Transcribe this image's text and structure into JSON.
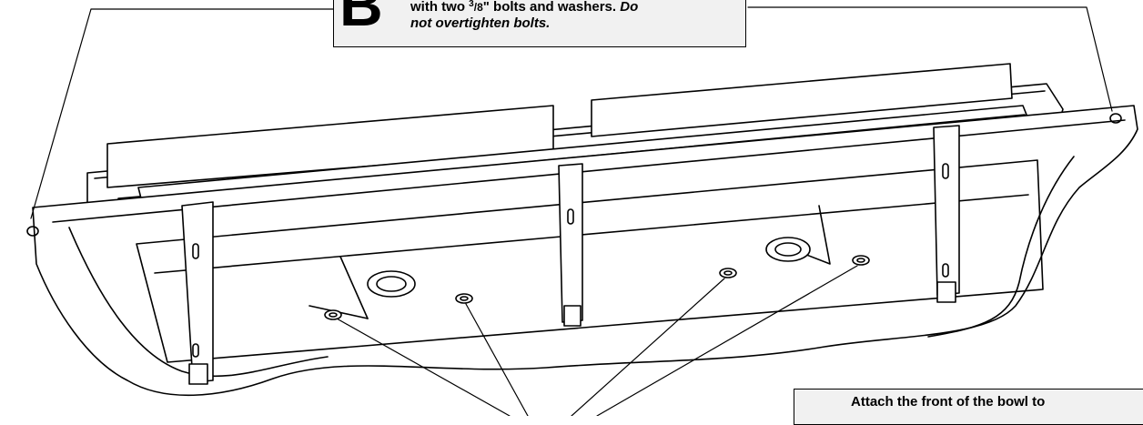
{
  "callout_top": {
    "step_letter": "B",
    "line1_before": "with two ",
    "fraction_num": "3",
    "fraction_den": "8",
    "line1_after": "\" bolts and washers.",
    "line1_italic": " Do",
    "line2": "not overtighten bolts."
  },
  "callout_bottom": {
    "text": "Attach the front of the bowl to"
  }
}
